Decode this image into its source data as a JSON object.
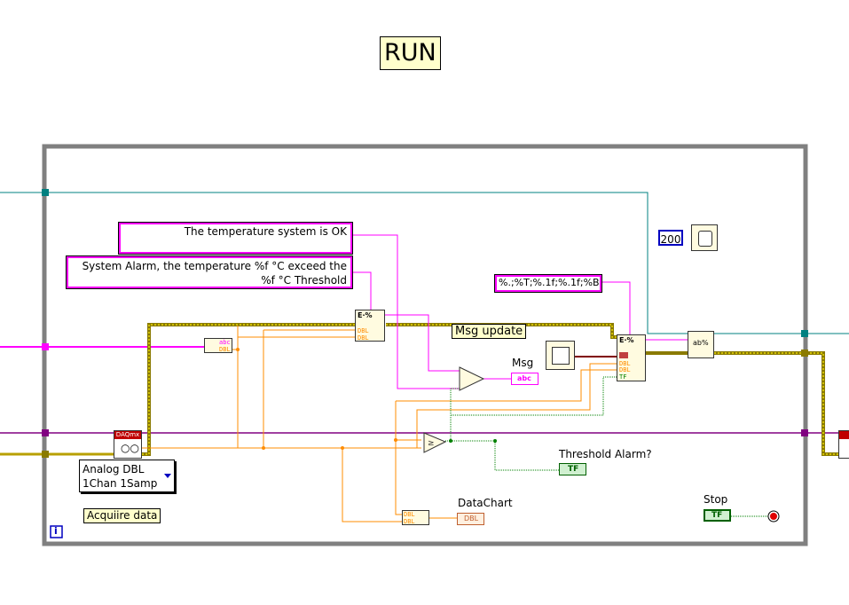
{
  "title": "RUN",
  "constants": {
    "ok_message": "The temperature system is OK",
    "alarm_message_line1": "System Alarm, the temperature %f °C exceed the",
    "alarm_message_line2": "%f °C Threshold",
    "format_string": "%.;%T;%.1f;%.1f;%B",
    "wait_ms": "200"
  },
  "labels": {
    "msg_update": "Msg update",
    "msg": "Msg",
    "threshold_alarm": "Threshold Alarm?",
    "datachart": "DataChart",
    "stop": "Stop",
    "acquire_data": "Acquiire data",
    "loop_iteration": "i"
  },
  "daqmx": {
    "selector_line1": "Analog DBL",
    "selector_line2": "1Chan 1Samp",
    "node_label": "DAQmx"
  },
  "terminals": {
    "msg_indicator": "abc",
    "threshold_indicator": "TF",
    "stop_control": "TF",
    "chart_indicator": "DBL",
    "dbl": "DBL",
    "tf": "TF",
    "abc": "abc"
  },
  "colors": {
    "string_wire": "#ff00ff",
    "dbl_wire": "#ff8c00",
    "bool_wire": "#008000",
    "refnum_wire": "#800080",
    "error_wire": "#c8b400",
    "loop_border": "#808080",
    "timestamp_wire": "#008080"
  }
}
